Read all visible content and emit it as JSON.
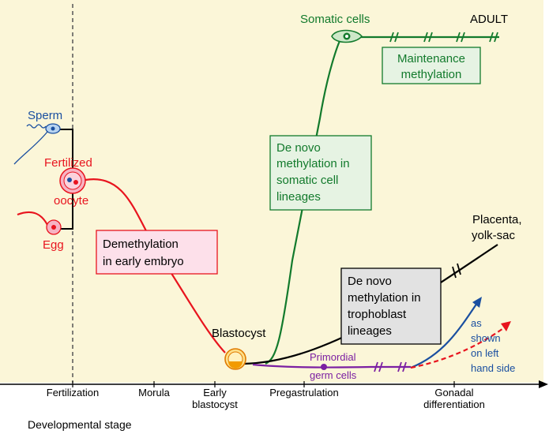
{
  "labels": {
    "sperm": "Sperm",
    "fertilized_1": "Fertilized",
    "fertilized_2": "oocyte",
    "egg": "Egg",
    "blastocyst": "Blastocyst",
    "somatic_cells": "Somatic cells",
    "adult": "ADULT",
    "placenta_1": "Placenta,",
    "placenta_2": "yolk-sac",
    "primordial_1": "Primordial",
    "primordial_2": "germ cells",
    "as_shown_1": "as",
    "as_shown_2": "shown",
    "as_shown_3": "on left",
    "as_shown_4": "hand side"
  },
  "boxes": {
    "maintenance": [
      "Maintenance",
      "methylation"
    ],
    "de_novo_somatic": [
      "De novo",
      "methylation in",
      "somatic cell",
      "lineages"
    ],
    "demethylation": [
      "Demethylation",
      "in early embryo"
    ],
    "de_novo_tropho": [
      "De novo",
      "methylation in",
      "trophoblast",
      "lineages"
    ]
  },
  "axis": {
    "ticks": [
      {
        "lines": [
          "Fertilization"
        ]
      },
      {
        "lines": [
          "Morula"
        ]
      },
      {
        "lines": [
          "Early",
          "blastocyst"
        ]
      },
      {
        "lines": [
          "Pregastrulation"
        ]
      },
      {
        "lines": [
          "Gonadal",
          "differentiation"
        ]
      }
    ],
    "title": "Developmental stage"
  },
  "colors": {
    "background": "#fbf6d8",
    "red": "#e8141e",
    "green": "#127a2c",
    "blue": "#1a4fa0",
    "purple": "#7b1fa2",
    "black": "#000000",
    "box_green_fill": "#e6f3e3",
    "box_pink_fill": "#fde0ea",
    "box_gray_fill": "#e2e2e2"
  }
}
